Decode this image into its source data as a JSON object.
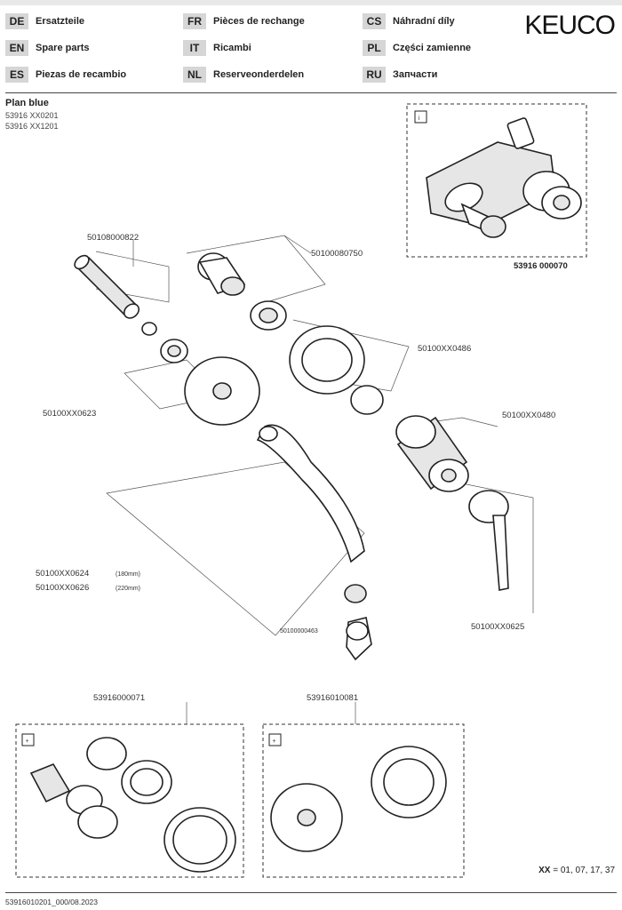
{
  "languages": [
    {
      "code": "DE",
      "label": "Ersatzteile"
    },
    {
      "code": "EN",
      "label": "Spare parts"
    },
    {
      "code": "ES",
      "label": "Piezas de recambio"
    },
    {
      "code": "FR",
      "label": "Pièces de rechange"
    },
    {
      "code": "IT",
      "label": "Ricambi"
    },
    {
      "code": "NL",
      "label": "Reserveonderdelen"
    },
    {
      "code": "CS",
      "label": "Náhradní díly"
    },
    {
      "code": "PL",
      "label": "Części zamienne"
    },
    {
      "code": "RU",
      "label": "Запчасти"
    }
  ],
  "brand": "KEUCO",
  "product": {
    "title": "Plan blue",
    "codes": [
      "53916 XX0201",
      "53916 XX1201"
    ]
  },
  "parts": {
    "p1": "50108000822",
    "p2": "50100080750",
    "p3": "50100XX0486",
    "p4": "50100XX0623",
    "p5": "50100XX0480",
    "p6": "50100XX0624",
    "p6_note": "(180mm)",
    "p7": "50100XX0626",
    "p7_note": "(220mm)",
    "p8": "50100XX0625",
    "p9": "50100000463",
    "kit1": "53916 000070",
    "kit2": "53916000071",
    "kit3": "53916010081"
  },
  "badges": {
    "info": "i",
    "plus": "+"
  },
  "finish": {
    "prefix": "XX",
    "text": "= 01, 07, 17, 37"
  },
  "footer": "53916010201_000/08.2023"
}
